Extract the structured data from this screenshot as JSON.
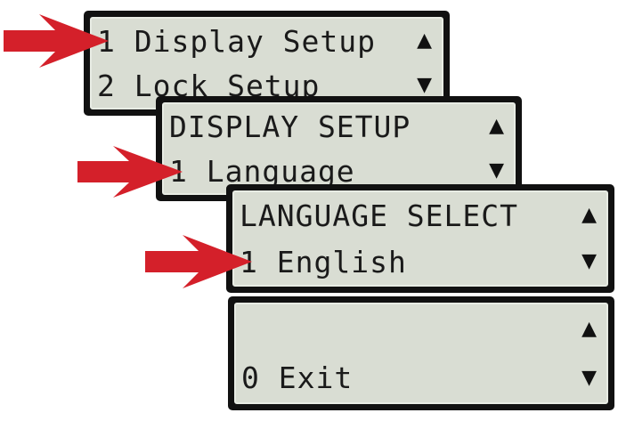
{
  "colors": {
    "lcd_background": "#d9ddd3",
    "bezel": "#111111",
    "pointer_arrow": "#d4202a"
  },
  "icons": {
    "up": "▲",
    "down": "▼"
  },
  "screens": [
    {
      "line1": "1 Display Setup",
      "line2": "2 Lock Setup"
    },
    {
      "line1": "DISPLAY SETUP",
      "line2": "1 Language"
    },
    {
      "line1": "LANGUAGE SELECT",
      "line2": "1 English"
    },
    {
      "line1": "",
      "line2": "0 Exit"
    }
  ]
}
